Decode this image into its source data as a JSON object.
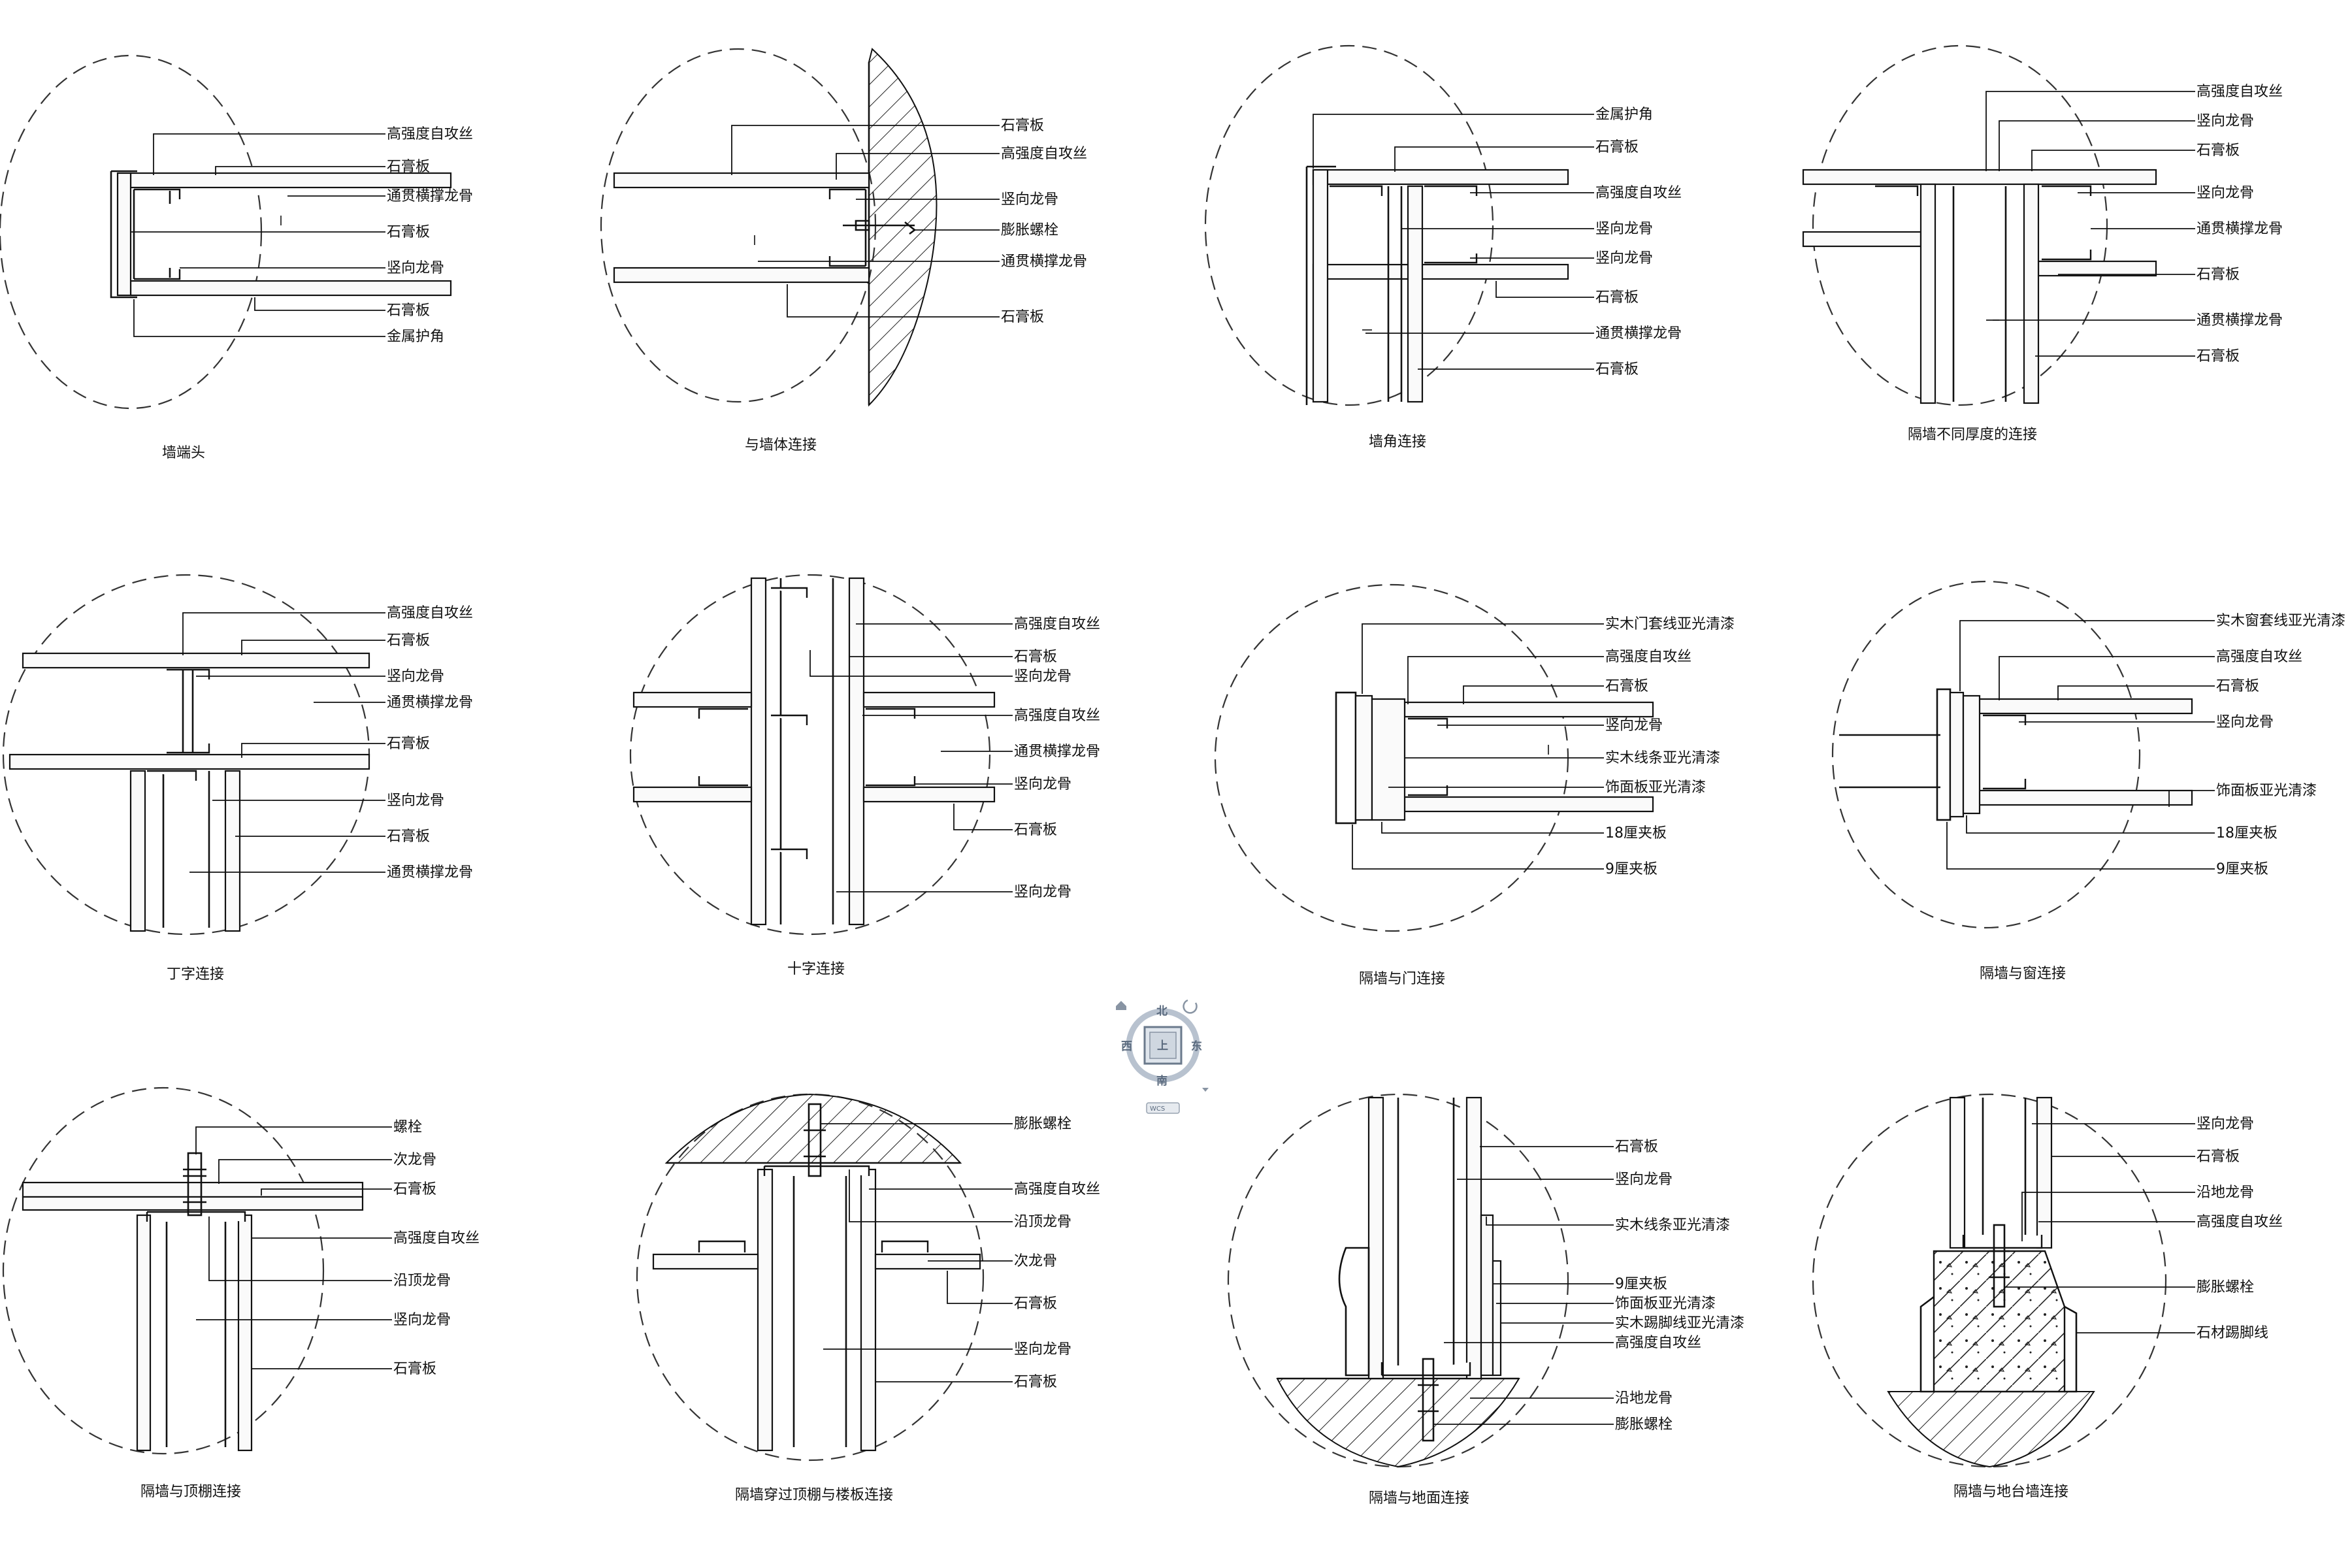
{
  "details": [
    {
      "title": "墙端头",
      "labels": [
        "高强度自攻丝",
        "石膏板",
        "通贯横撑龙骨",
        "石膏板",
        "竖向龙骨",
        "石膏板",
        "金属护角"
      ]
    },
    {
      "title": "与墙体连接",
      "labels": [
        "石膏板",
        "高强度自攻丝",
        "竖向龙骨",
        "膨胀螺栓",
        "通贯横撑龙骨",
        "石膏板"
      ]
    },
    {
      "title": "墙角连接",
      "labels": [
        "金属护角",
        "石膏板",
        "高强度自攻丝",
        "竖向龙骨",
        "竖向龙骨",
        "石膏板",
        "通贯横撑龙骨",
        "石膏板"
      ]
    },
    {
      "title": "隔墙不同厚度的连接",
      "labels": [
        "高强度自攻丝",
        "竖向龙骨",
        "石膏板",
        "竖向龙骨",
        "通贯横撑龙骨",
        "石膏板",
        "通贯横撑龙骨",
        "石膏板"
      ]
    },
    {
      "title": "丁字连接",
      "labels": [
        "高强度自攻丝",
        "石膏板",
        "竖向龙骨",
        "通贯横撑龙骨",
        "石膏板",
        "竖向龙骨",
        "石膏板",
        "通贯横撑龙骨"
      ]
    },
    {
      "title": "十字连接",
      "labels": [
        "高强度自攻丝",
        "石膏板",
        "竖向龙骨",
        "高强度自攻丝",
        "通贯横撑龙骨",
        "竖向龙骨",
        "石膏板",
        "竖向龙骨"
      ]
    },
    {
      "title": "隔墙与门连接",
      "labels": [
        "实木门套线亚光清漆",
        "高强度自攻丝",
        "石膏板",
        "竖向龙骨",
        "实木线条亚光清漆",
        "饰面板亚光清漆",
        "18厘夹板",
        "9厘夹板"
      ]
    },
    {
      "title": "隔墙与窗连接",
      "labels": [
        "实木窗套线亚光清漆",
        "高强度自攻丝",
        "石膏板",
        "竖向龙骨",
        "饰面板亚光清漆",
        "18厘夹板",
        "9厘夹板"
      ]
    },
    {
      "title": "隔墙与顶棚连接",
      "labels": [
        "螺栓",
        "次龙骨",
        "石膏板",
        "高强度自攻丝",
        "沿顶龙骨",
        "竖向龙骨",
        "石膏板"
      ]
    },
    {
      "title": "隔墙穿过顶棚与楼板连接",
      "labels": [
        "膨胀螺栓",
        "高强度自攻丝",
        "沿顶龙骨",
        "次龙骨",
        "石膏板",
        "竖向龙骨",
        "石膏板"
      ]
    },
    {
      "title": "隔墙与地面连接",
      "labels": [
        "石膏板",
        "竖向龙骨",
        "实木线条亚光清漆",
        "9厘夹板",
        "饰面板亚光清漆",
        "实木踢脚线亚光清漆",
        "高强度自攻丝",
        "沿地龙骨",
        "膨胀螺栓"
      ]
    },
    {
      "title": "隔墙与地台墙连接",
      "labels": [
        "竖向龙骨",
        "石膏板",
        "沿地龙骨",
        "高强度自攻丝",
        "膨胀螺栓",
        "石材踢脚线"
      ]
    }
  ],
  "viewcube": {
    "north": "北",
    "south": "南",
    "east": "东",
    "west": "西",
    "face": "上",
    "wcs": "WCS"
  }
}
